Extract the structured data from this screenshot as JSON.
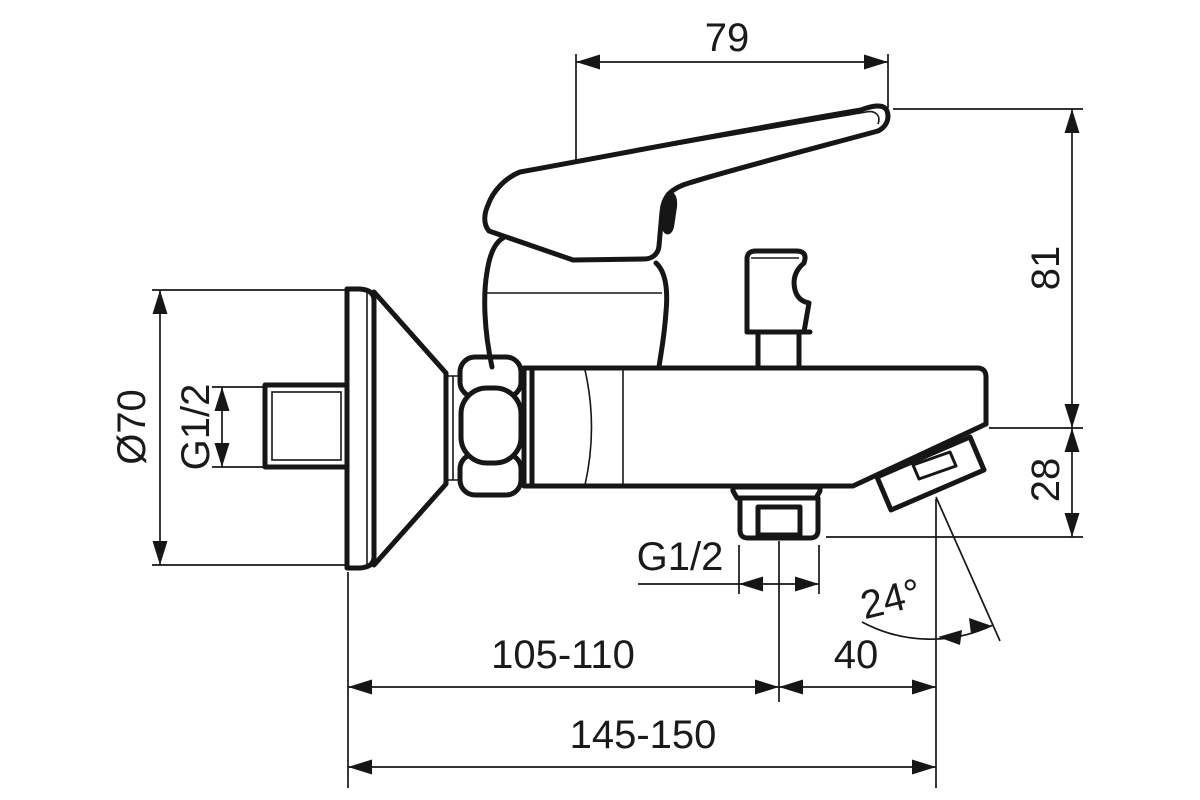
{
  "drawing": {
    "subject": "wall-mounted single-lever bath shower mixer faucet, side elevation with dimensions",
    "background_color": "#ffffff",
    "line_color": "#161616",
    "labels": {
      "width_top": "79",
      "height_upper": "81",
      "height_lower": "28",
      "flange_diameter": "Ø70",
      "inlet_thread": "G1/2",
      "outlet_thread": "G1/2",
      "spout_angle": "24°",
      "wall_to_outlet": "105-110",
      "outlet_to_spout_tip": "40",
      "total_depth": "145-150"
    }
  }
}
